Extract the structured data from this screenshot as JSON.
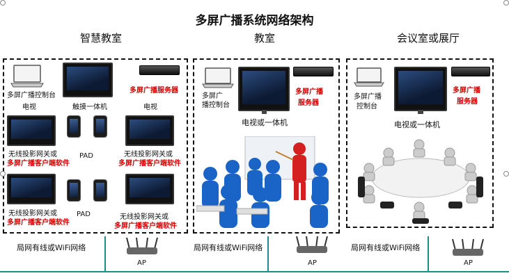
{
  "title": "多屏广播系统网络架构",
  "sections": [
    {
      "name": "智慧教室",
      "labels": {
        "console": "多屏广播控制台",
        "server": "多屏广播服务器",
        "tv_left": "电视",
        "touch": "触摸一体机",
        "tv_right": "电视",
        "pad1": "PAD",
        "pad2": "PAD",
        "gw1_a": "无线投影网关或",
        "gw1_b": "多屏广播客户端软件",
        "gw2_a": "无线投影网关或",
        "gw2_b": "多屏广播客户端软件",
        "gw3_a": "无线投影网关或",
        "gw3_b": "多屏广播客户端软件",
        "gw4_a": "无线投影网关或",
        "gw4_b": "多屏广播客户端软件"
      }
    },
    {
      "name": "教室",
      "labels": {
        "console_a": "多屏广",
        "console_b": "播控制台",
        "server_a": "多屏广播",
        "server_b": "服务器",
        "tv": "电视或一体机"
      }
    },
    {
      "name": "会议室或展厅",
      "labels": {
        "console_a": "多屏广播",
        "console_b": "控制台",
        "server_a": "多屏广播",
        "server_b": "服务器",
        "tv": "电视或一体机"
      }
    }
  ],
  "network": {
    "label1": "局网有线或WiFi网络",
    "label2": "局网有线或WiFi网络",
    "label3": "局网有线或WiFi网络",
    "ap1": "AP",
    "ap2": "AP",
    "ap3": "AP"
  },
  "colors": {
    "accent_red": "#d40000",
    "network_line": "#1e8c8c",
    "dash_border": "#111111"
  },
  "icons": [
    "laptop-icon",
    "tv-icon",
    "server-icon",
    "tablet-icon",
    "router-icon",
    "people-icon",
    "conference-table-icon"
  ]
}
